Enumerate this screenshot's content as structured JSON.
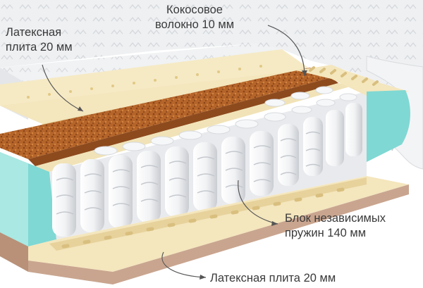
{
  "labels": {
    "latex_top": {
      "line1": "Латексная",
      "line2": "плита 20 мм"
    },
    "coconut": {
      "line1": "Кокосовое",
      "line2": "волокно 10 мм"
    },
    "springs": {
      "line1": "Блок независимых",
      "line2": "пружин 140 мм"
    },
    "latex_bottom": "Латексная плита  20 мм"
  },
  "colors": {
    "latex": "#f4e6bd",
    "coconut": "#b5652a",
    "side_insert": "#7fd8d3",
    "spring_sleeve": "#f2f3f5",
    "cover_fabric": "#eef0f2",
    "base_brown": "#c9a58f",
    "callout_line": "#555555"
  }
}
